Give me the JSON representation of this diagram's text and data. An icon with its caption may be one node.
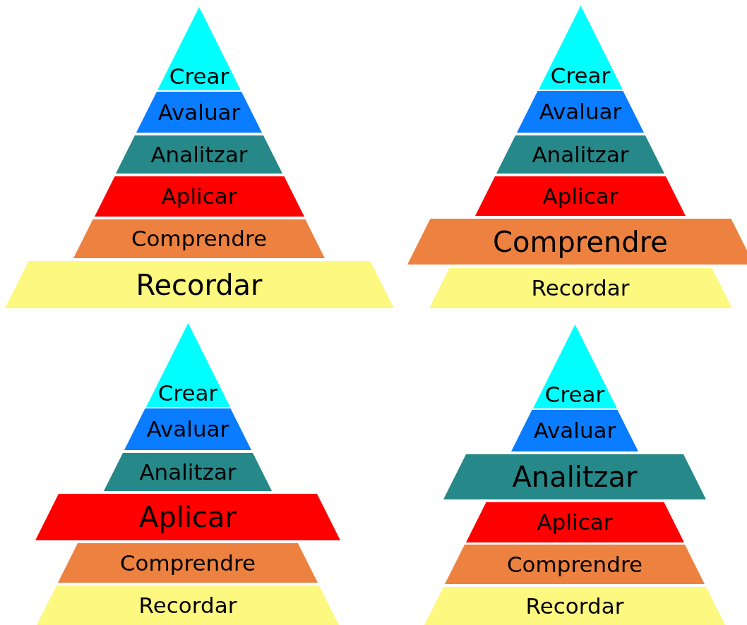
{
  "diagram": {
    "nodes": [
      {
        "text": [
          "Crear"
        ]
      },
      {
        "text": [
          "Avaluar"
        ]
      },
      {
        "text": [
          "Analitzar"
        ]
      },
      {
        "text": [
          "Aplicar"
        ]
      },
      {
        "text": [
          "Comprendre"
        ]
      },
      {
        "text": [
          "Recordar"
        ]
      },
      {
        "text": [
          "Crear"
        ]
      },
      {
        "text": [
          "Avaluar"
        ]
      },
      {
        "text": [
          "Analitzar"
        ]
      },
      {
        "text": [
          "Aplicar"
        ]
      },
      {
        "text": [
          "Comprendre"
        ]
      },
      {
        "text": [
          "Recordar"
        ]
      },
      {
        "text": [
          "Crear"
        ]
      },
      {
        "text": [
          "Avaluar"
        ]
      },
      {
        "text": [
          "Analitzar"
        ]
      },
      {
        "text": [
          "Aplicar"
        ]
      },
      {
        "text": [
          "Comprendre"
        ]
      },
      {
        "text": [
          "Recordar"
        ]
      },
      {
        "text": [
          "Crear"
        ]
      },
      {
        "text": [
          "Avaluar"
        ]
      },
      {
        "text": [
          "Analitzar"
        ]
      },
      {
        "text": [
          "Aplicar"
        ]
      },
      {
        "text": [
          "Comprendre"
        ]
      },
      {
        "text": [
          "Recordar"
        ]
      }
    ]
  }
}
